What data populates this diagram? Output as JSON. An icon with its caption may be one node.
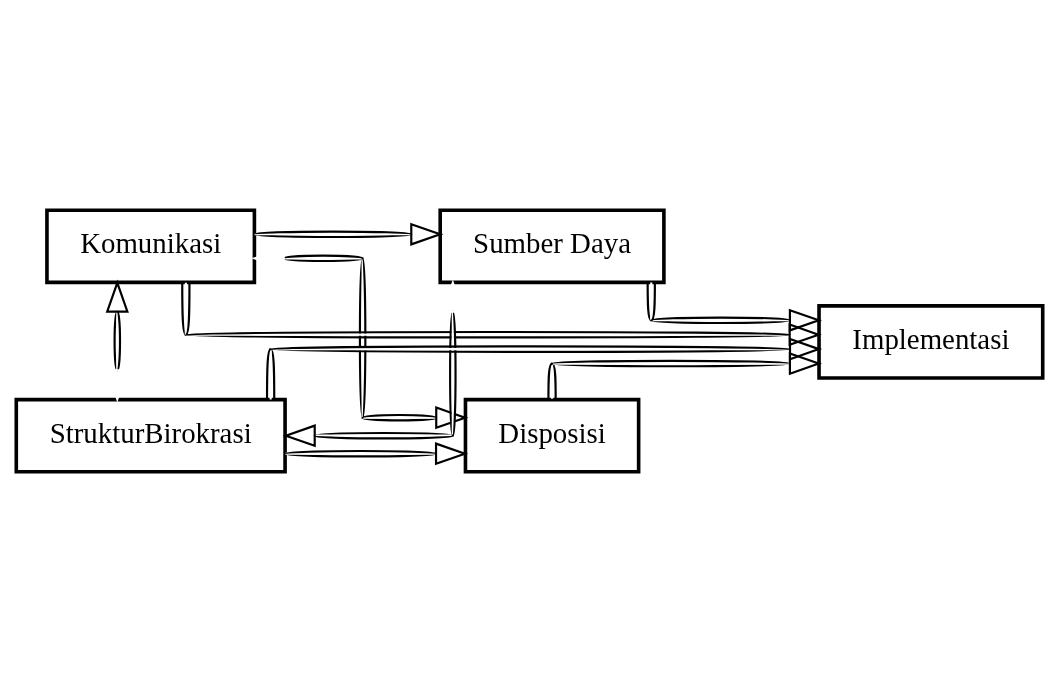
{
  "diagram": {
    "nodes": [
      {
        "text": [
          "Komunikasi"
        ]
      },
      {
        "text": [
          "Sumber Daya"
        ]
      },
      {
        "text": [
          "Disposisi"
        ]
      },
      {
        "text": [
          "Implementasi"
        ]
      },
      {
        "text": [
          "StrukturBirokrasi"
        ]
      }
    ],
    "edges": [
      {
        "from": 0,
        "to": 3,
        "arrow": "to"
      },
      {
        "from": 0,
        "to": 1,
        "arrow": "to"
      },
      {
        "from": 0,
        "to": 4,
        "arrow": "both"
      },
      {
        "from": 0,
        "to": 2,
        "arrow": "both"
      },
      {
        "from": 1,
        "to": 4,
        "arrow": "both"
      },
      {
        "from": 1,
        "to": 3,
        "arrow": "to"
      },
      {
        "from": 2,
        "to": 3,
        "arrow": "to"
      },
      {
        "from": 4,
        "to": 2,
        "arrow": "to"
      },
      {
        "from": 4,
        "to": 3,
        "arrow": "to"
      }
    ]
  }
}
